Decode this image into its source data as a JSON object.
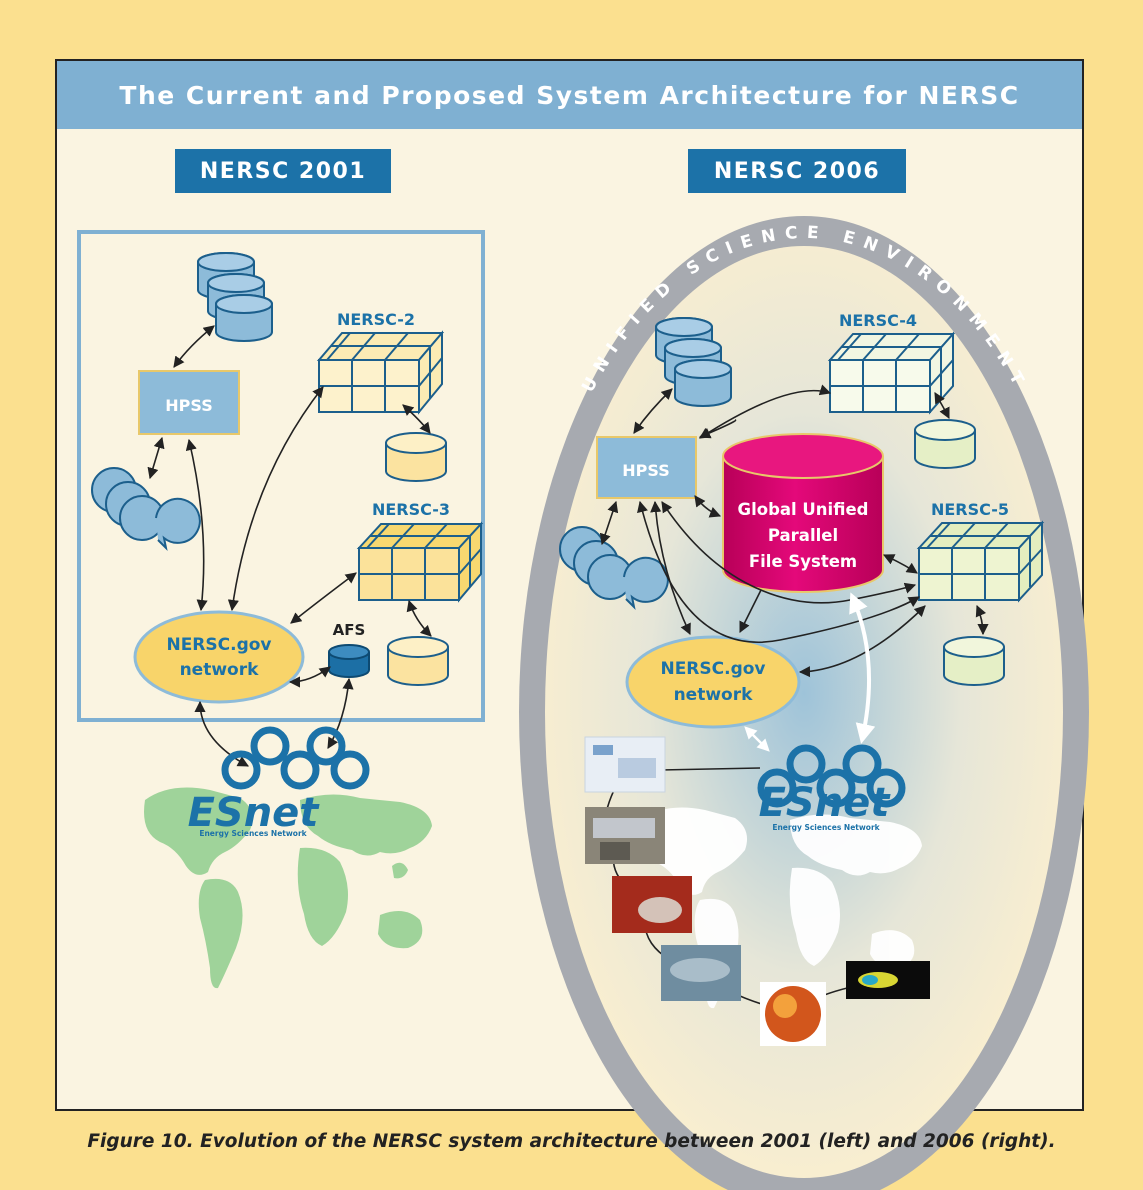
{
  "title": "The Current and Proposed System Architecture for NERSC",
  "left": {
    "tab": "NERSC 2001",
    "hpss": "HPSS",
    "nersc2": "NERSC-2",
    "nersc3": "NERSC-3",
    "afs": "AFS",
    "network": [
      "NERSC.gov",
      "network"
    ],
    "esnet": "ESnet",
    "esnet_sub": "Energy Sciences Network"
  },
  "right": {
    "tab": "NERSC 2006",
    "ring_text": "UNIFIED SCIENCE ENVIRONMENT",
    "hpss": "HPSS",
    "nersc4": "NERSC-4",
    "nersc5": "NERSC-5",
    "gupfs": [
      "Global Unified",
      "Parallel",
      "File System"
    ],
    "network": [
      "NERSC.gov",
      "network"
    ],
    "esnet": "ESnet",
    "esnet_sub": "Energy Sciences Network"
  },
  "caption": "Figure 10. Evolution of the NERSC system architecture between 2001 (left) and 2006 (right).",
  "colors": {
    "page_bg": "#fbe08f",
    "panel_bg": "#faf4e1",
    "title_bar": "#7fb0d2",
    "tab": "#1c72a8",
    "label_blue": "#1c72a8",
    "storage_blue": "#8dbbd9",
    "network_yellow": "#f8d46a",
    "gupfs_magenta": "#d6006a",
    "ring_gray": "#a7aab0",
    "map_green": "#9fd39a"
  },
  "icons": [
    "disk-cylinder-icon",
    "tape-reel-icon",
    "compute-grid-cube-icon",
    "esnet-chain-logo",
    "world-map-graphic",
    "science-thumbnail-image"
  ]
}
